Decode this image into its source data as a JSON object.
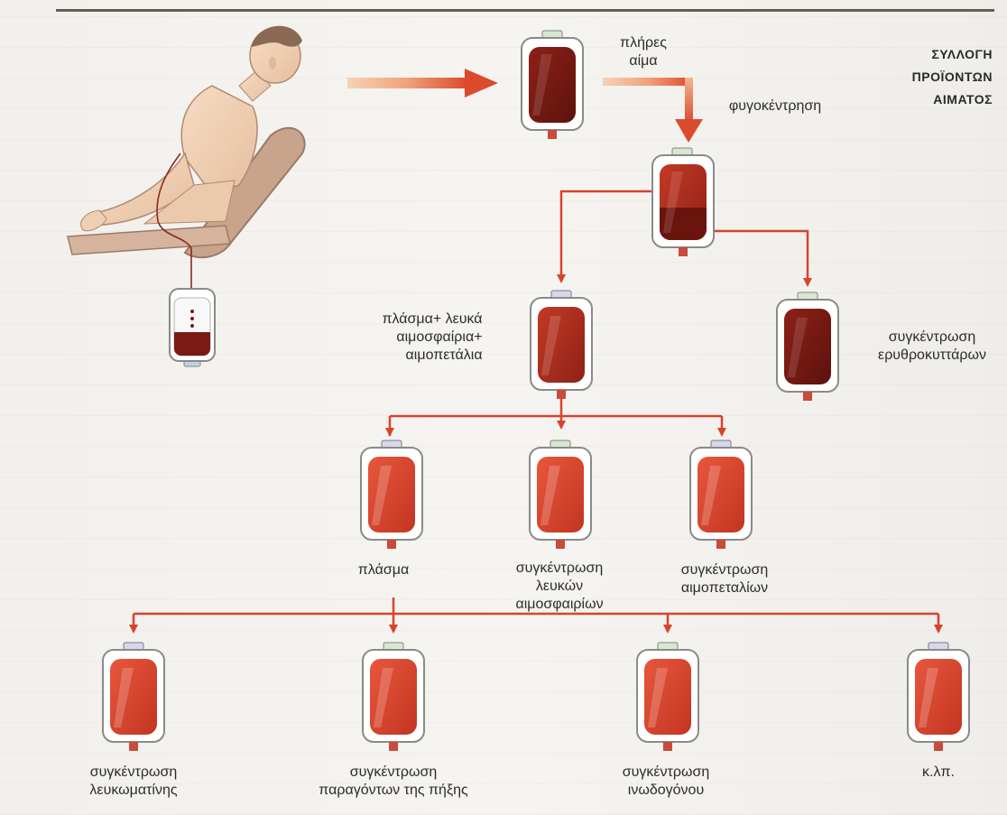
{
  "title": [
    "ΣΥΛΛΟΓΗ",
    "ΠΡΟΪΟΝΤΩΝ",
    "ΑΙΜΑΤΟΣ"
  ],
  "labels": {
    "whole_blood": [
      "πλήρες",
      "αίμα"
    ],
    "centrifugation": "φυγοκέντρηση",
    "plasma_mix": [
      "πλάσμα+ λευκά",
      "αιμοσφαίρια+",
      "αιμοπετάλια"
    ],
    "red_cells": [
      "συγκέντρωση",
      "ερυθροκυττάρων"
    ],
    "plasma": "πλάσμα",
    "white_cells": [
      "συγκέντρωση",
      "λευκών",
      "αιμοσφαιρίων"
    ],
    "platelets": [
      "συγκέντρωση",
      "αιμοπεταλίων"
    ],
    "albumin": [
      "συγκέντρωση",
      "λευκωματίνης"
    ],
    "clotting_factors": [
      "συγκέντρωση",
      "παραγόντων της πήξης"
    ],
    "fibrinogen": [
      "συγκέντρωση",
      "ινωδογόνου"
    ],
    "etc": "κ.λπ."
  },
  "colors": {
    "arrow": "#d8432c",
    "dark_blood": "#7a1a14",
    "mid_blood": "#b8301f",
    "light_blood": "#d8452f",
    "bag_outline": "#8a8a8a"
  }
}
